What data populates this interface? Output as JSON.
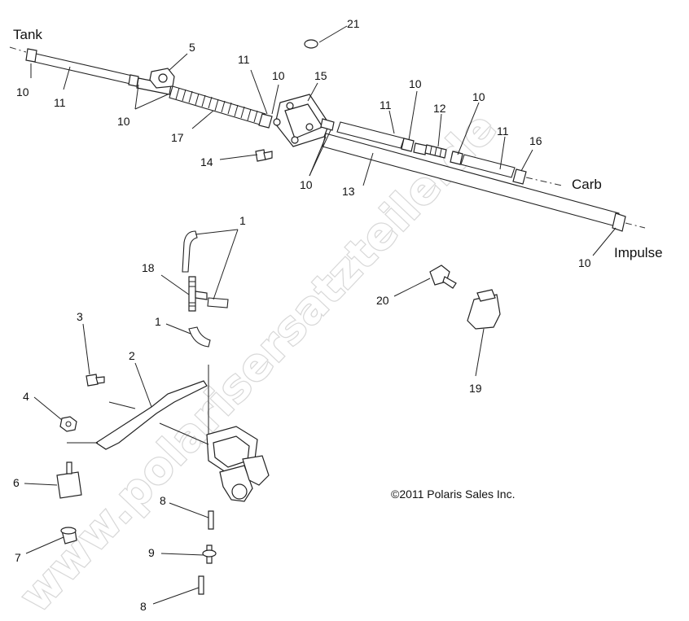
{
  "watermark": "www.polarisersatzteile.de",
  "copyright": "©2011 Polaris Sales Inc.",
  "endpoints": {
    "tank": "Tank",
    "carb": "Carb",
    "impulse": "Impulse"
  },
  "callouts": {
    "c1a": "1",
    "c1b": "1",
    "c2": "2",
    "c3": "3",
    "c4": "4",
    "c5": "5",
    "c6": "6",
    "c7": "7",
    "c8a": "8",
    "c8b": "8",
    "c9": "9",
    "c10a": "10",
    "c10b": "10",
    "c10c": "10",
    "c10d": "10",
    "c10e": "10",
    "c10f": "10",
    "c10g": "10",
    "c11a": "11",
    "c11b": "11",
    "c11c": "11",
    "c11d": "11",
    "c12": "12",
    "c13": "13",
    "c14": "14",
    "c15": "15",
    "c16": "16",
    "c17": "17",
    "c18": "18",
    "c19": "19",
    "c20": "20",
    "c21": "21"
  }
}
